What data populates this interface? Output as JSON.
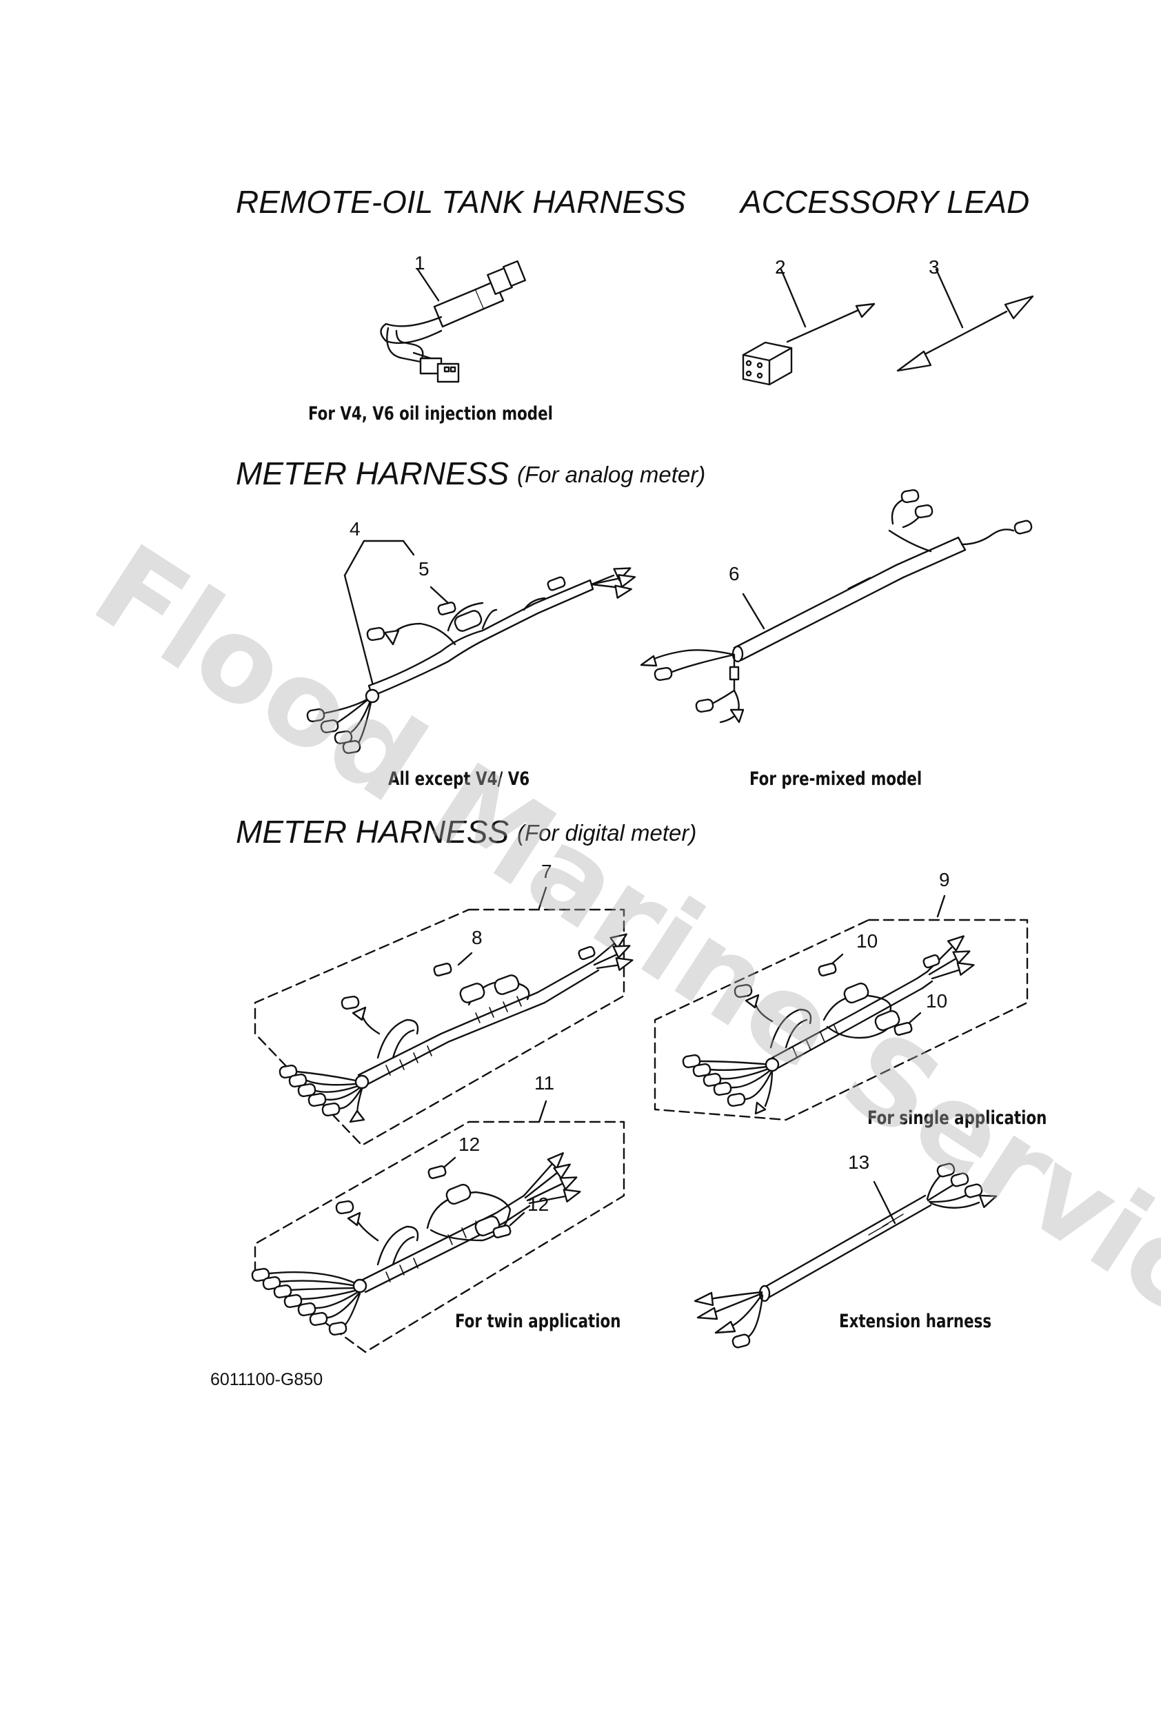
{
  "sections": {
    "remote_oil": "REMOTE-OIL TANK HARNESS",
    "accessory": "ACCESSORY LEAD",
    "meter_analog_title": "METER HARNESS",
    "meter_analog_sub": "(For analog meter)",
    "meter_digital_title": "METER HARNESS",
    "meter_digital_sub": "(For digital meter)"
  },
  "captions": {
    "oil_injection": "For V4, V6 oil injection model",
    "all_except": "All except V4/ V6",
    "pre_mixed": "For pre-mixed model",
    "single_app": "For single application",
    "twin_app": "For twin application",
    "extension": "Extension harness"
  },
  "callouts": {
    "c1": "1",
    "c2": "2",
    "c3": "3",
    "c4": "4",
    "c5": "5",
    "c6": "6",
    "c7": "7",
    "c8": "8",
    "c9": "9",
    "c10a": "10",
    "c10b": "10",
    "c11": "11",
    "c12a": "12",
    "c12b": "12",
    "c13": "13"
  },
  "diagram_code": "6011100-G850",
  "watermark": "Flood Marine Services"
}
